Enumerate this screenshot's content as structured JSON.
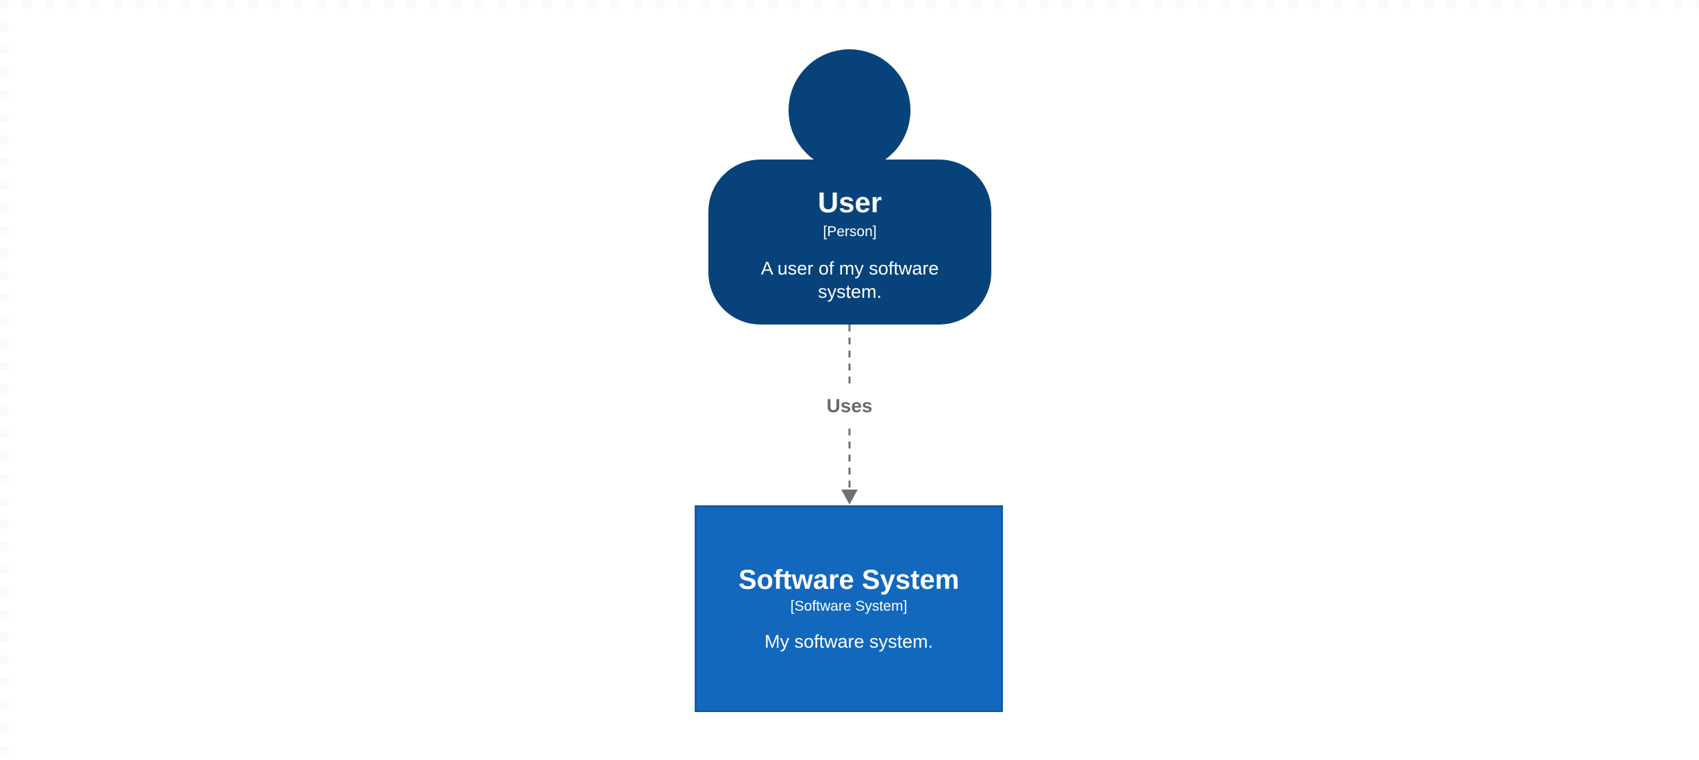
{
  "diagram": {
    "person": {
      "name": "User",
      "type": "[Person]",
      "description": "A user of my software system."
    },
    "relationship": {
      "label": "Uses"
    },
    "system": {
      "name": "Software System",
      "type": "[Software System]",
      "description": "My software system."
    }
  },
  "colors": {
    "person-fill": "#08427B",
    "system-fill": "#1168BD",
    "system-border": "#0E5AA7",
    "relationship": "#707070",
    "relationship-label": "#696969",
    "canvas-bg": "#FFFFFF",
    "edge-dash": "#FAFAFA"
  }
}
